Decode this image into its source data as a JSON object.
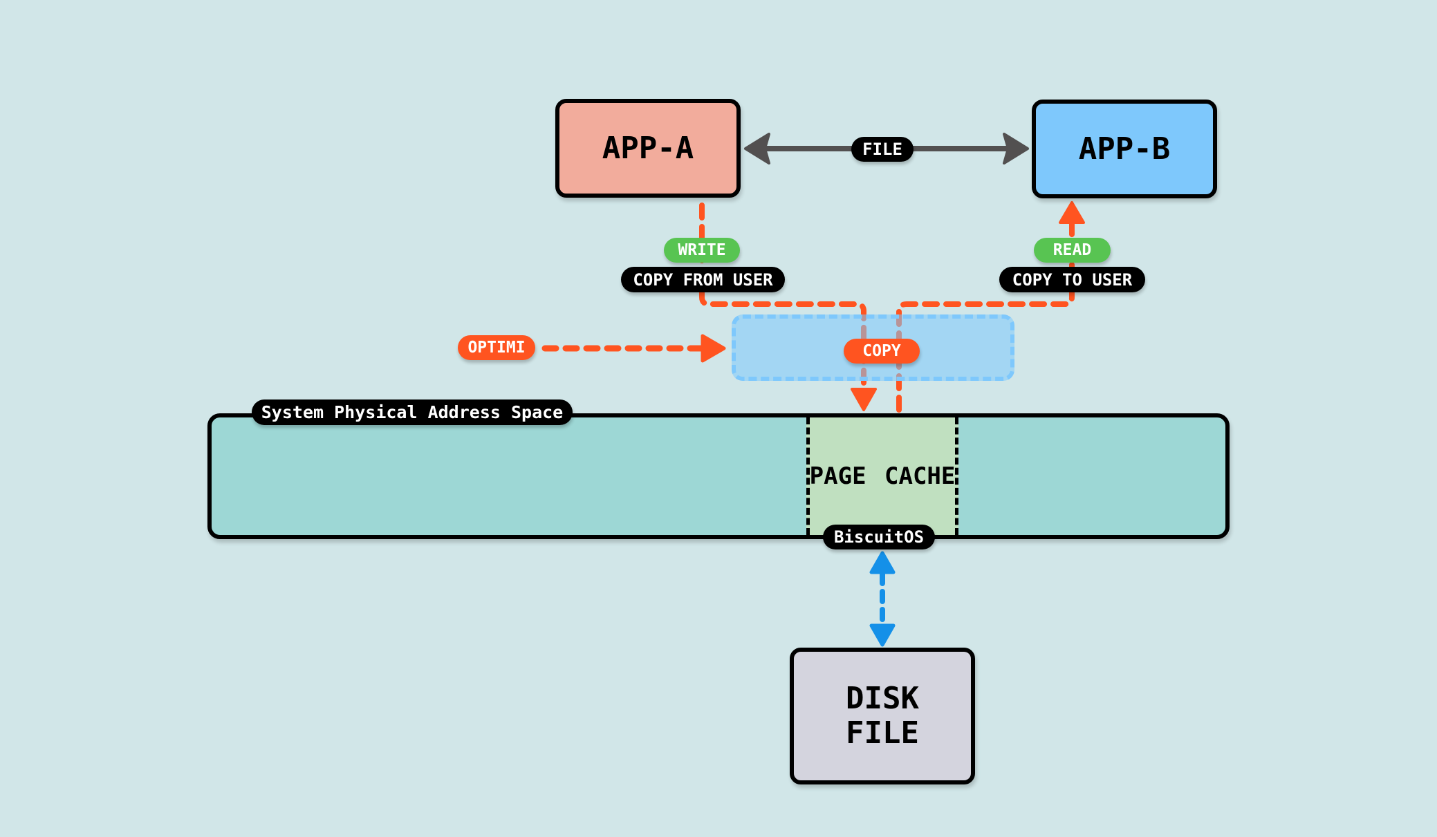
{
  "diagram": {
    "apps": {
      "app_a": "APP-A",
      "app_b": "APP-B"
    },
    "file_link_label": "FILE",
    "write_label": "WRITE",
    "copy_from_user_label": "COPY FROM USER",
    "read_label": "READ",
    "copy_to_user_label": "COPY TO USER",
    "optimi_label": "OPTIMI",
    "copy_label": "COPY",
    "physical_space_label": "System Physical Address Space",
    "page_cache_label": "PAGE CACHE",
    "biscuitos_label": "BiscuitOS",
    "disk_file_label": "DISK\nFILE"
  },
  "colors": {
    "background": "#d1e6e8",
    "app_a": "#f2ac9c",
    "app_b": "#7ec8fc",
    "disk": "#d4d4de",
    "physical_space": "#9dd7d5",
    "page_cache": "#c0e0c0",
    "orange_flow": "#ff5420",
    "blue_flow": "#1490e8",
    "green_label": "#58c452",
    "file_arrow": "#525050"
  }
}
